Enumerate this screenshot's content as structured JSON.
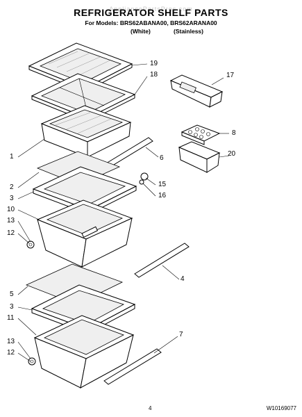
{
  "header": {
    "watermark": "AppliancePartsPros.com",
    "title": "REFRIGERATOR SHELF PARTS",
    "models_line": "For Models: BRS62ABANA00, BRS62ARANA00",
    "variant_white": "(White)",
    "variant_stainless": "(Stainless)"
  },
  "callouts": [
    "19",
    "18",
    "17",
    "8",
    "20",
    "1",
    "6",
    "2",
    "15",
    "3",
    "16",
    "10",
    "13",
    "12",
    "4",
    "5",
    "3",
    "11",
    "7",
    "13",
    "12"
  ],
  "footer": {
    "page_number": "4",
    "doc_number": "W10169077"
  }
}
